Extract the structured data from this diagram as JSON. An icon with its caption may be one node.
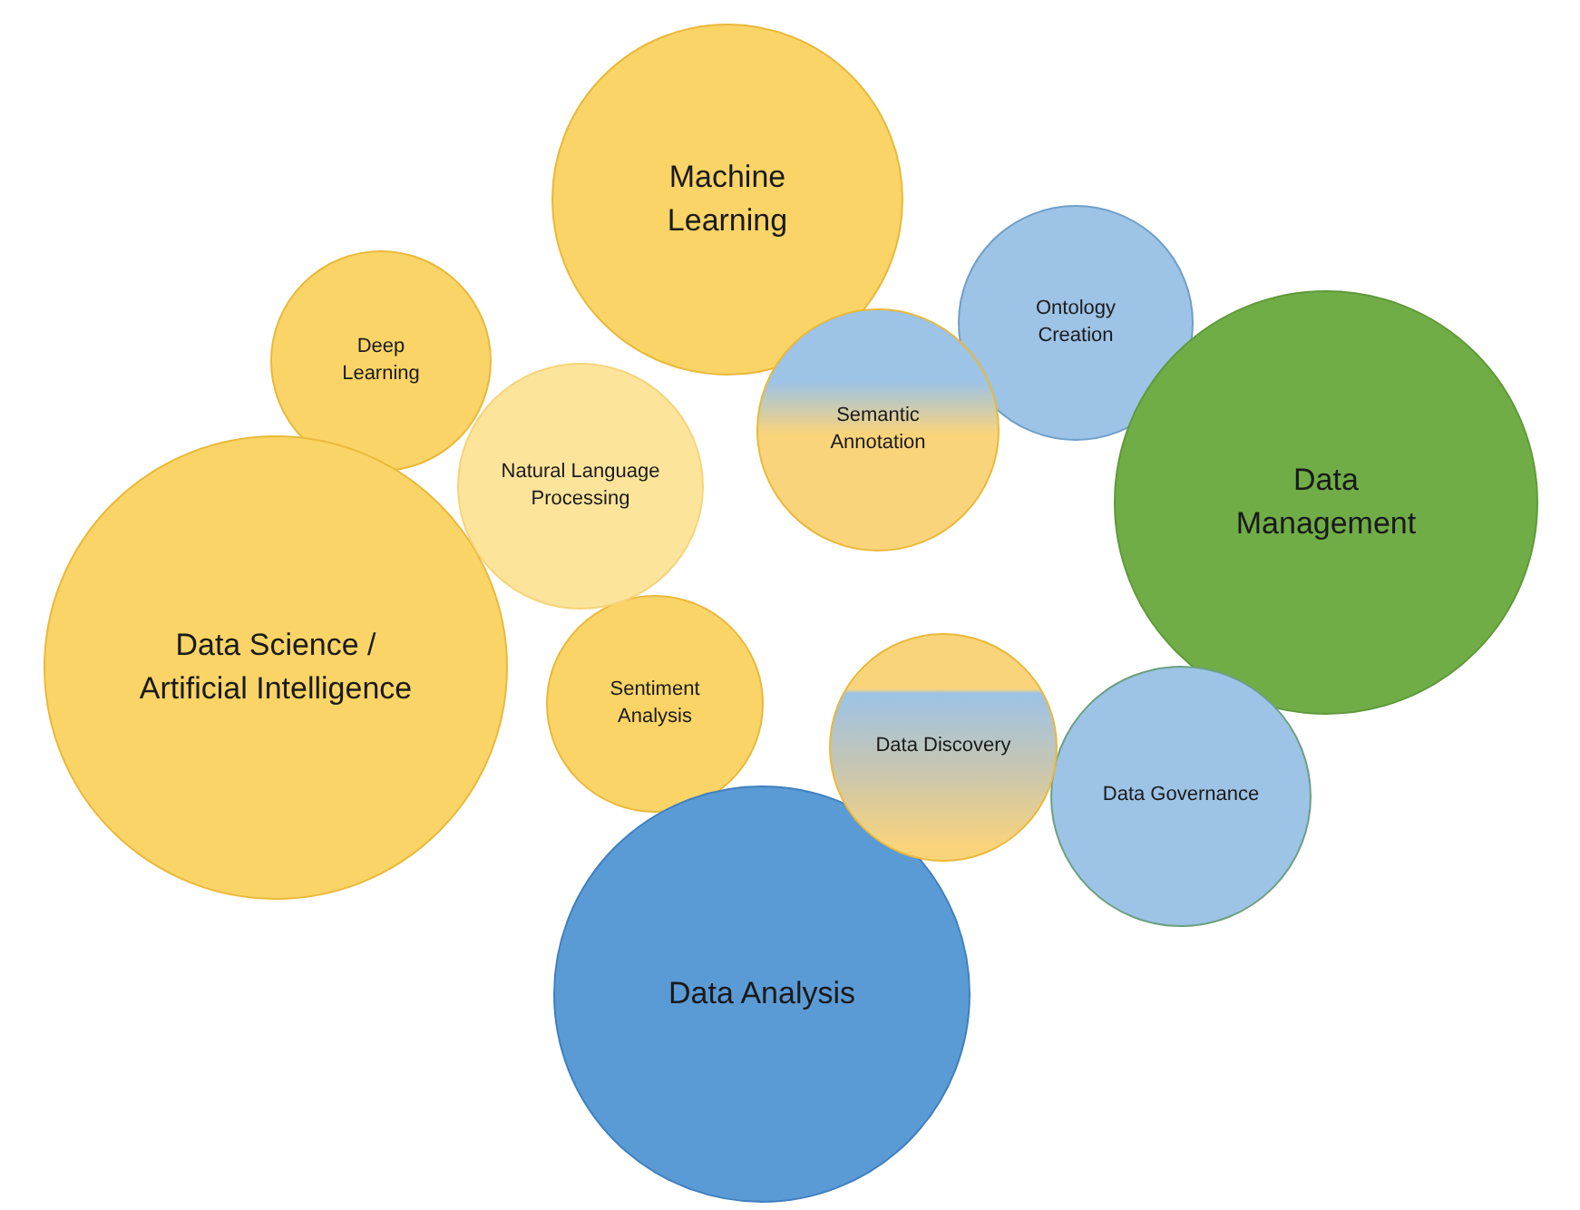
{
  "diagram": {
    "nodes": [
      {
        "text": [
          "Machine Learning"
        ]
      },
      {
        "text": [
          "Deep Learning"
        ]
      },
      {
        "text": [
          "Ontology Creation"
        ]
      },
      {
        "text": [
          "Semantic Annotation"
        ]
      },
      {
        "text": [
          "Natural Language Processing"
        ]
      },
      {
        "text": [
          "Data Management"
        ]
      },
      {
        "text": [
          "Data Science / Artificial Intelligence"
        ]
      },
      {
        "text": [
          "Sentiment Analysis"
        ]
      },
      {
        "text": [
          "Data Discovery"
        ]
      },
      {
        "text": [
          "Data Governance"
        ]
      },
      {
        "text": [
          "Data Analysis"
        ]
      }
    ]
  }
}
